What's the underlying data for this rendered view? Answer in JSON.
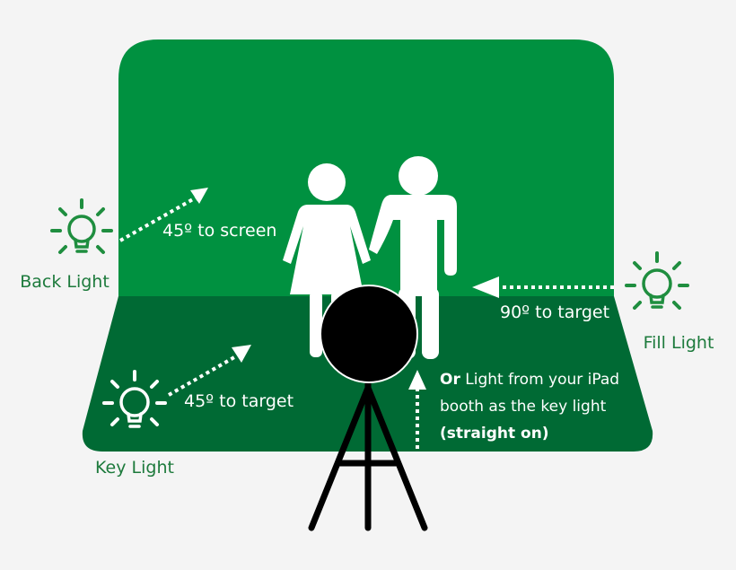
{
  "colors": {
    "backdrop": "#009140",
    "floor": "#006a34",
    "light_icon_green": "#1f8e3f",
    "light_icon_white": "#ffffff",
    "camera": "#000000",
    "label_green": "#1d7a3c"
  },
  "icons": {
    "back_light": "lightbulb-icon",
    "fill_light": "lightbulb-icon",
    "key_light": "lightbulb-icon",
    "people": "couple-icon",
    "camera": "camera-on-tripod-icon"
  },
  "labels": {
    "back_light": "Back Light",
    "fill_light": "Fill Light",
    "key_light": "Key Light"
  },
  "annotations": {
    "back_angle": "45º to screen",
    "fill_angle": "90º to target",
    "key_angle": "45º to target",
    "ipad_bold": "Or",
    "ipad_line1": " Light from your iPad",
    "ipad_line2": "booth as the key light",
    "ipad_line3": "(straight on)"
  }
}
